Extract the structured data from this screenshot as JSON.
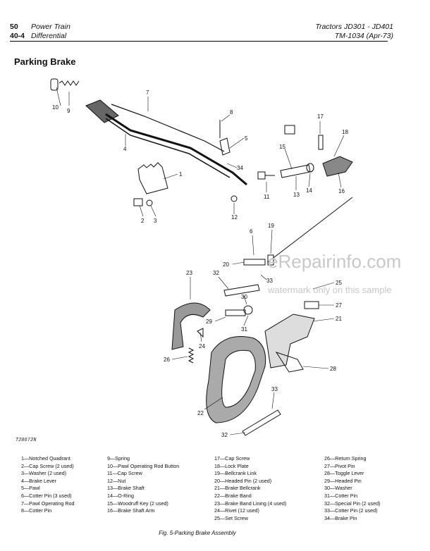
{
  "header": {
    "page_number": "50",
    "section_left": "Power Train",
    "sub_number": "40-4",
    "subsection": "Differential",
    "model": "Tractors JD301 - JD401",
    "manual": "TM-1034  (Apr-73)"
  },
  "title": "Parking Brake",
  "figure_id": "T28672N",
  "watermark": {
    "line1": "eRepairinfo.com",
    "line2": "watermark only on this sample"
  },
  "callouts": [
    "10",
    "9",
    "7",
    "4",
    "1",
    "2",
    "3",
    "8",
    "5",
    "34",
    "11",
    "12",
    "17",
    "18",
    "15",
    "13",
    "14",
    "16",
    "6",
    "19",
    "20",
    "33",
    "23",
    "32",
    "25",
    "27",
    "30",
    "21",
    "29",
    "31",
    "24",
    "26",
    "28",
    "33",
    "22",
    "32"
  ],
  "legend": [
    [
      "1—Notched Quadrant",
      "2—Cap Screw (2 used)",
      "3—Washer (2 used)",
      "4—Brake Lever",
      "5—Pawl",
      "6—Cotter Pin (3 used)",
      "7—Pawl Operating Rod",
      "8—Cotter Pin"
    ],
    [
      "9—Spring",
      "10—Pawl Operating Rod Button",
      "11—Cap Screw",
      "12—Nut",
      "13—Brake Shaft",
      "14—O-Ring",
      "15—Woodruff Key (2 used)",
      "16—Brake Shaft Arm"
    ],
    [
      "17—Cap Screw",
      "18—Lock Plate",
      "19—Bellcrank Link",
      "20—Headed Pin (2 used)",
      "21—Brake Bellcrank",
      "22—Brake Band",
      "23—Brake Band Lining (4 used)",
      "24—Rivet (12 used)",
      "25—Set Screw"
    ],
    [
      "26—Return Spring",
      "27—Pivot Pin",
      "28—Toggle Lever",
      "29—Headed Pin",
      "30—Washer",
      "31—Cotter Pin",
      "32—Special Pin (2 used)",
      "33—Cotter Pin (2 used)",
      "34—Brake Pin"
    ]
  ],
  "caption": "Fig. 5-Parking Brake Assembly"
}
